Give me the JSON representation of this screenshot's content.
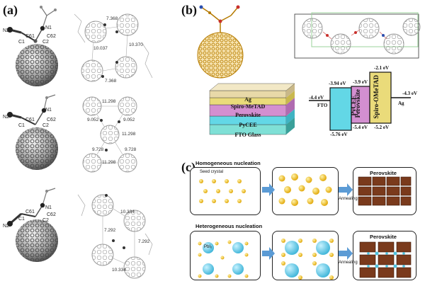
{
  "panels": {
    "a": "(a)",
    "b": "(b)",
    "c": "(c)"
  },
  "panel_a": {
    "atom_labels_1": [
      "N2",
      "N1",
      "C61",
      "C62",
      "C1",
      "C2"
    ],
    "atom_labels_2": [
      "N2",
      "N1",
      "C61",
      "C62",
      "C1",
      "C2"
    ],
    "atom_labels_3": [
      "N2",
      "N1",
      "C61",
      "C62",
      "C1",
      "C2"
    ],
    "distances_1": [
      "7.368",
      "10.037",
      "10.370",
      "7.368"
    ],
    "distances_2": [
      "11.298",
      "9.052",
      "9.052",
      "11.298",
      "9.728",
      "9.728",
      "11.298"
    ],
    "distances_3": [
      "10.334",
      "7.292",
      "7.292",
      "10.334"
    ]
  },
  "panel_b": {
    "stack_layers": [
      "Ag",
      "Spiro-MeTAD",
      "Perovskite",
      "PyCEE",
      "FTO Glass"
    ],
    "stack_colors": [
      "#e8d9a8",
      "#eadb7a",
      "#d38fd0",
      "#63d7e6",
      "#7fe0d6"
    ],
    "energy": {
      "fto": "-4.4 eV",
      "fto_label": "FTO",
      "pycee_top": "-3.94 eV",
      "pycee_bottom": "-5.76 eV",
      "pycee_label": "PyCEE",
      "perovskite_top": "-3.9 eV",
      "perovskite_bottom": "-5.4 eV",
      "perovskite_label": "Perovskite",
      "spiro_top": "-2.1 eV",
      "spiro_bottom": "-5.2 eV",
      "spiro_label": "Spiro-OMeTAD",
      "ag": "-4.3 eV",
      "ag_label": "Ag"
    }
  },
  "panel_c": {
    "homogeneous_title": "Homogeneous nucleation",
    "seed_label": "Seed crystal",
    "heterogeneous_title": "Heterogeneous nucleation",
    "annealing_1": "Annealing",
    "annealing_2": "Annealing",
    "perovskite_1": "Perovskite",
    "perovskite_2": "Perovskite",
    "pbi_label": "PbI₂"
  }
}
